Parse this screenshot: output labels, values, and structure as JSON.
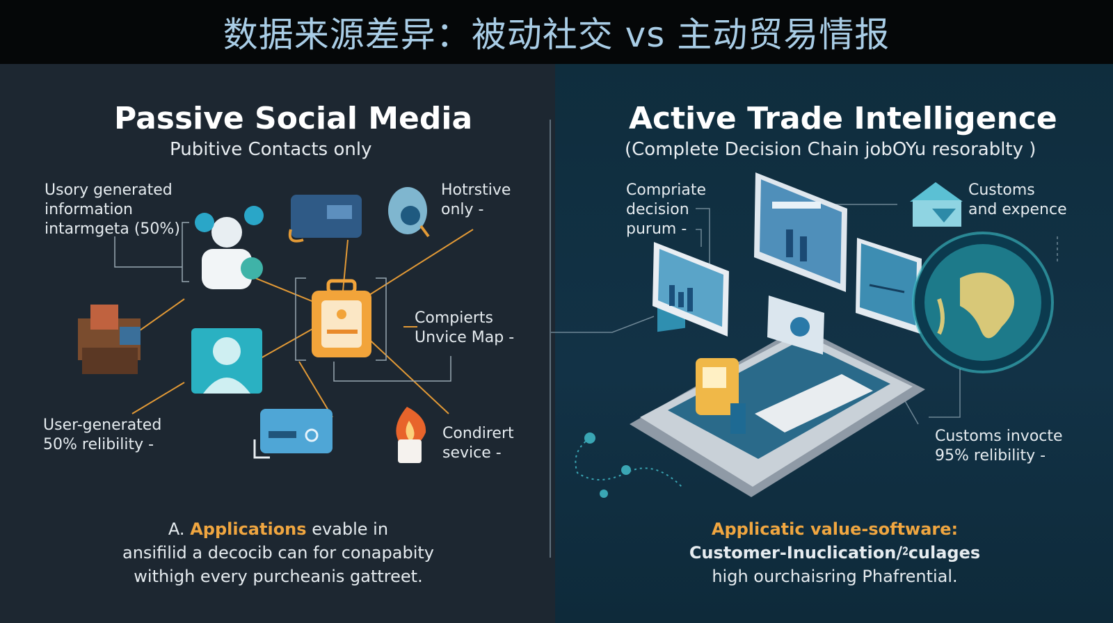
{
  "header": {
    "title": "数据来源差异：被动社交 vs 主动贸易情报"
  },
  "left": {
    "title": "Passive Social Media",
    "subtitle": "Pubitive Contacts only",
    "labels": {
      "top_left": "Usory generated\ninformation\nintarmgeta (50%)",
      "top_right": "Hotrstive\nonly -",
      "mid_right": "Compierts\nUnvice Map -",
      "bottom_left": "User-generated\n50% relibility -",
      "bottom_right": "Condirert\nsevice -"
    },
    "bottom": {
      "prefix": "A.",
      "highlight": "Applications",
      "line1_rest": "evable in",
      "line2": "ansifilid a decocib can for conapabity",
      "line3": "withigh every purcheanis gattreet."
    }
  },
  "right": {
    "title": "Active Trade Intelligence",
    "subtitle": "(Complete Decision Chain jobOYu resorablty )",
    "labels": {
      "top_left": "Compriate\ndecision\npurum -",
      "top_right": "Customs\nand expence",
      "bottom_right": "Customs invocte\n95% relibility -"
    },
    "bottom": {
      "line1": "Applicatic value-software:",
      "line2": "Customer-Inuclication/⁲culages",
      "line3": "high ourchaisring Phafrential."
    }
  },
  "colors": {
    "accent_orange": "#f0a640",
    "title_blue": "#a9cde6",
    "left_bg": "#1d2731",
    "right_bg": "#123246",
    "teal": "#3aa6b4"
  },
  "icons": [
    "person-icon",
    "chat-icon",
    "heart-icon",
    "briefcase-icon",
    "avatar-icon",
    "boxes-icon",
    "card-icon",
    "torch-icon",
    "monitor-icon",
    "house-icon",
    "globe-icon",
    "phone-icon"
  ]
}
